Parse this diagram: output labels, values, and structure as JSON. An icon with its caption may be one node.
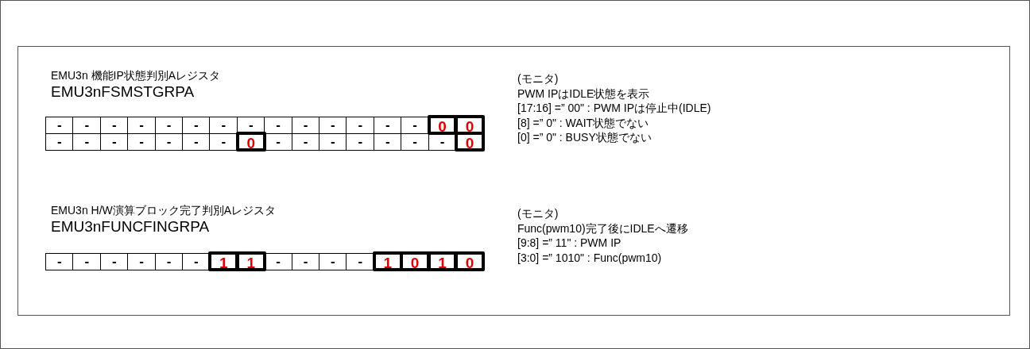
{
  "diagram": {
    "labels": [
      "EMU3n 機能IP状態判別Aレジスタ",
      "EMU3nFSMSTGRPA",
      "-",
      "-",
      "-",
      "-",
      "-",
      "-",
      "-",
      "-",
      "-",
      "-",
      "-",
      "-",
      "-",
      "-",
      "0",
      "0",
      "-",
      "-",
      "-",
      "-",
      "-",
      "-",
      "-",
      "0",
      "-",
      "-",
      "-",
      "-",
      "-",
      "-",
      "-",
      "0",
      "(モニタ)",
      "PWM IPはIDLE状態を表示",
      "[17:16] =” 00\" : PWM IPは停止中(IDLE)",
      "[8] =” 0\" : WAIT状態でない",
      "[0] =” 0\" : BUSY状態でない",
      "EMU3n H/W演算ブロック完了判別Aレジスタ",
      "EMU3nFUNCFINGRPA",
      "-",
      "-",
      "-",
      "-",
      "-",
      "-",
      "1",
      "1",
      "-",
      "-",
      "-",
      "-",
      "1",
      "0",
      "1",
      "0",
      "(モニタ)",
      "Func(pwm10)完了後にIDLEへ遷移",
      "[9:8] =” 11\" : PWM IP",
      "[3:0] =” 1010\" : Func(pwm10)"
    ]
  }
}
